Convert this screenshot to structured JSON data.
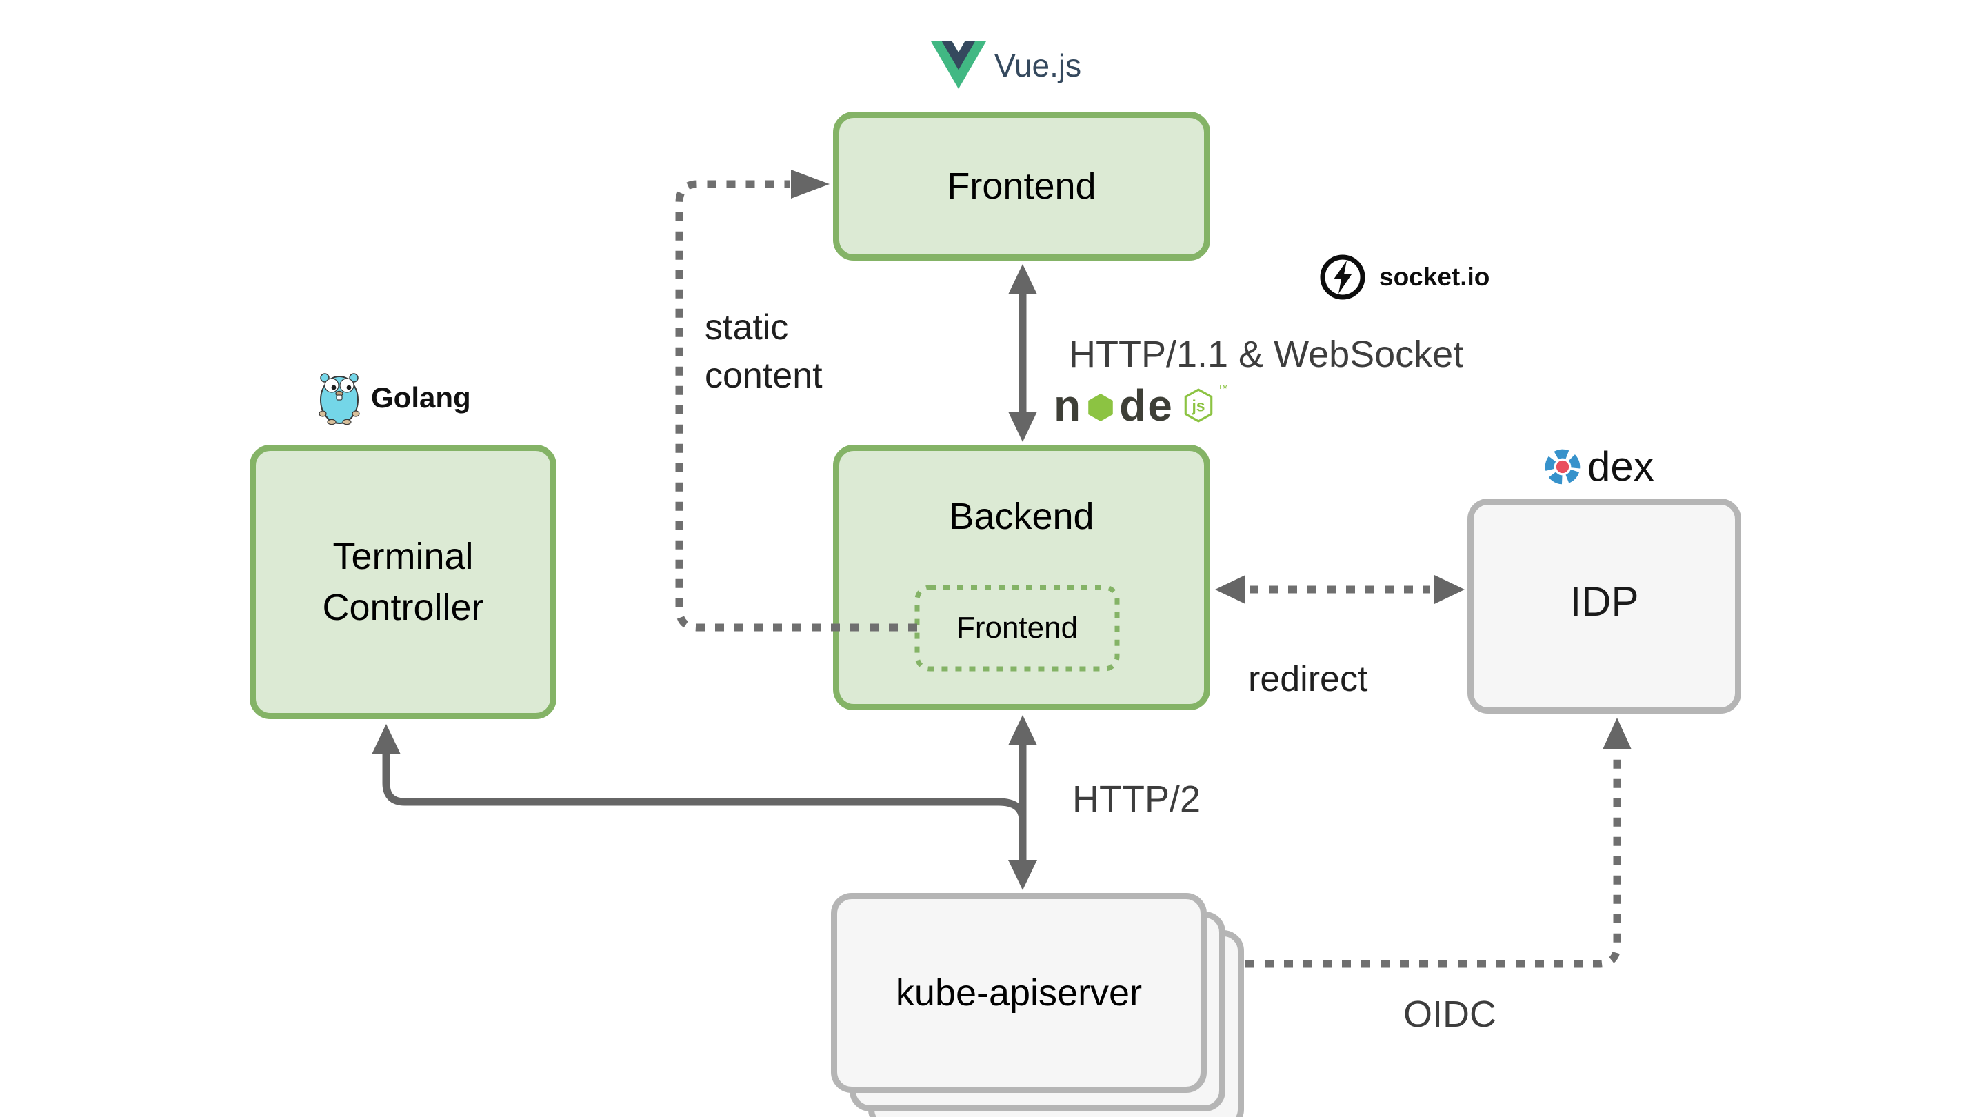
{
  "nodes": {
    "frontend": {
      "label": "Frontend"
    },
    "backend": {
      "label": "Backend",
      "embedded": {
        "label": "Frontend"
      }
    },
    "terminal_controller": {
      "label": "Terminal Controller"
    },
    "idp": {
      "label": "IDP"
    },
    "kube_apiserver": {
      "label": "kube-apiserver"
    }
  },
  "edges": {
    "static_content": {
      "label": "static content"
    },
    "frontend_backend": {
      "label": "HTTP/1.1 & WebSocket"
    },
    "backend_idp": {
      "label": "redirect"
    },
    "backend_kube": {
      "label": "HTTP/2"
    },
    "kube_idp": {
      "label": "OIDC"
    }
  },
  "logos": {
    "vue": {
      "label": "Vue.js"
    },
    "socketio": {
      "label": "socket.io"
    },
    "nodejs": {
      "word_start": "n",
      "word_end": "de",
      "badge": "js",
      "tm": "™"
    },
    "golang": {
      "label": "Golang"
    },
    "dex": {
      "label": "dex"
    }
  },
  "colors": {
    "green_fill": "#dcead4",
    "green_stroke": "#84b366",
    "gray_fill": "#f6f6f6",
    "gray_stroke": "#b5b5b5",
    "arrow": "#666666",
    "arrow_dotted": "#6f6f6f",
    "label_dark": "#3d3d3d",
    "label_black": "#1f1f1f",
    "vue_green": "#41b883",
    "vue_dark": "#35495e",
    "node_green": "#8cc342",
    "node_dark": "#3e3f37",
    "dex_blue": "#3792cb",
    "dex_red": "#e9505e",
    "gopher_cyan": "#74d6e8",
    "socket_black": "#0d0d0d"
  }
}
